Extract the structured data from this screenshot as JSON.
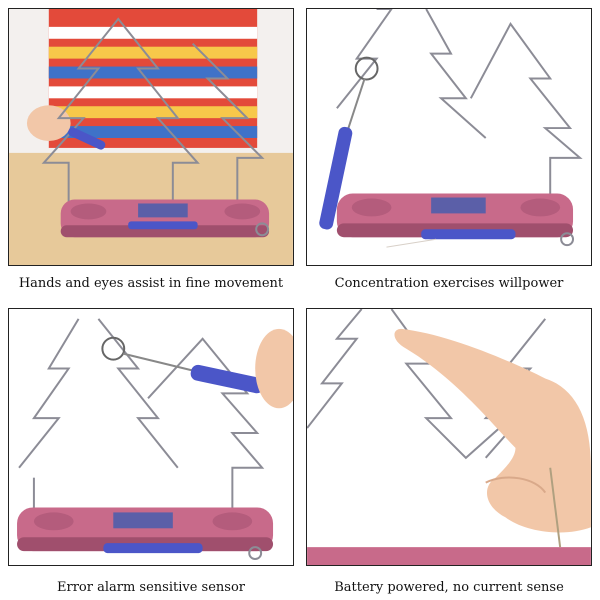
{
  "panels": [
    {
      "caption": "Hands and eyes assist in fine movement"
    },
    {
      "caption": "Concentration exercises willpower"
    },
    {
      "caption": "Error alarm sensitive sensor"
    },
    {
      "caption": "Battery powered, no current sense"
    }
  ],
  "colors": {
    "toy_base": "#c86a8a",
    "toy_base_dark": "#a04f6d",
    "wire": "#8c8c96",
    "handle": "#4b56c8",
    "table": "#e7c99a",
    "skin": "#f2c7a8"
  }
}
